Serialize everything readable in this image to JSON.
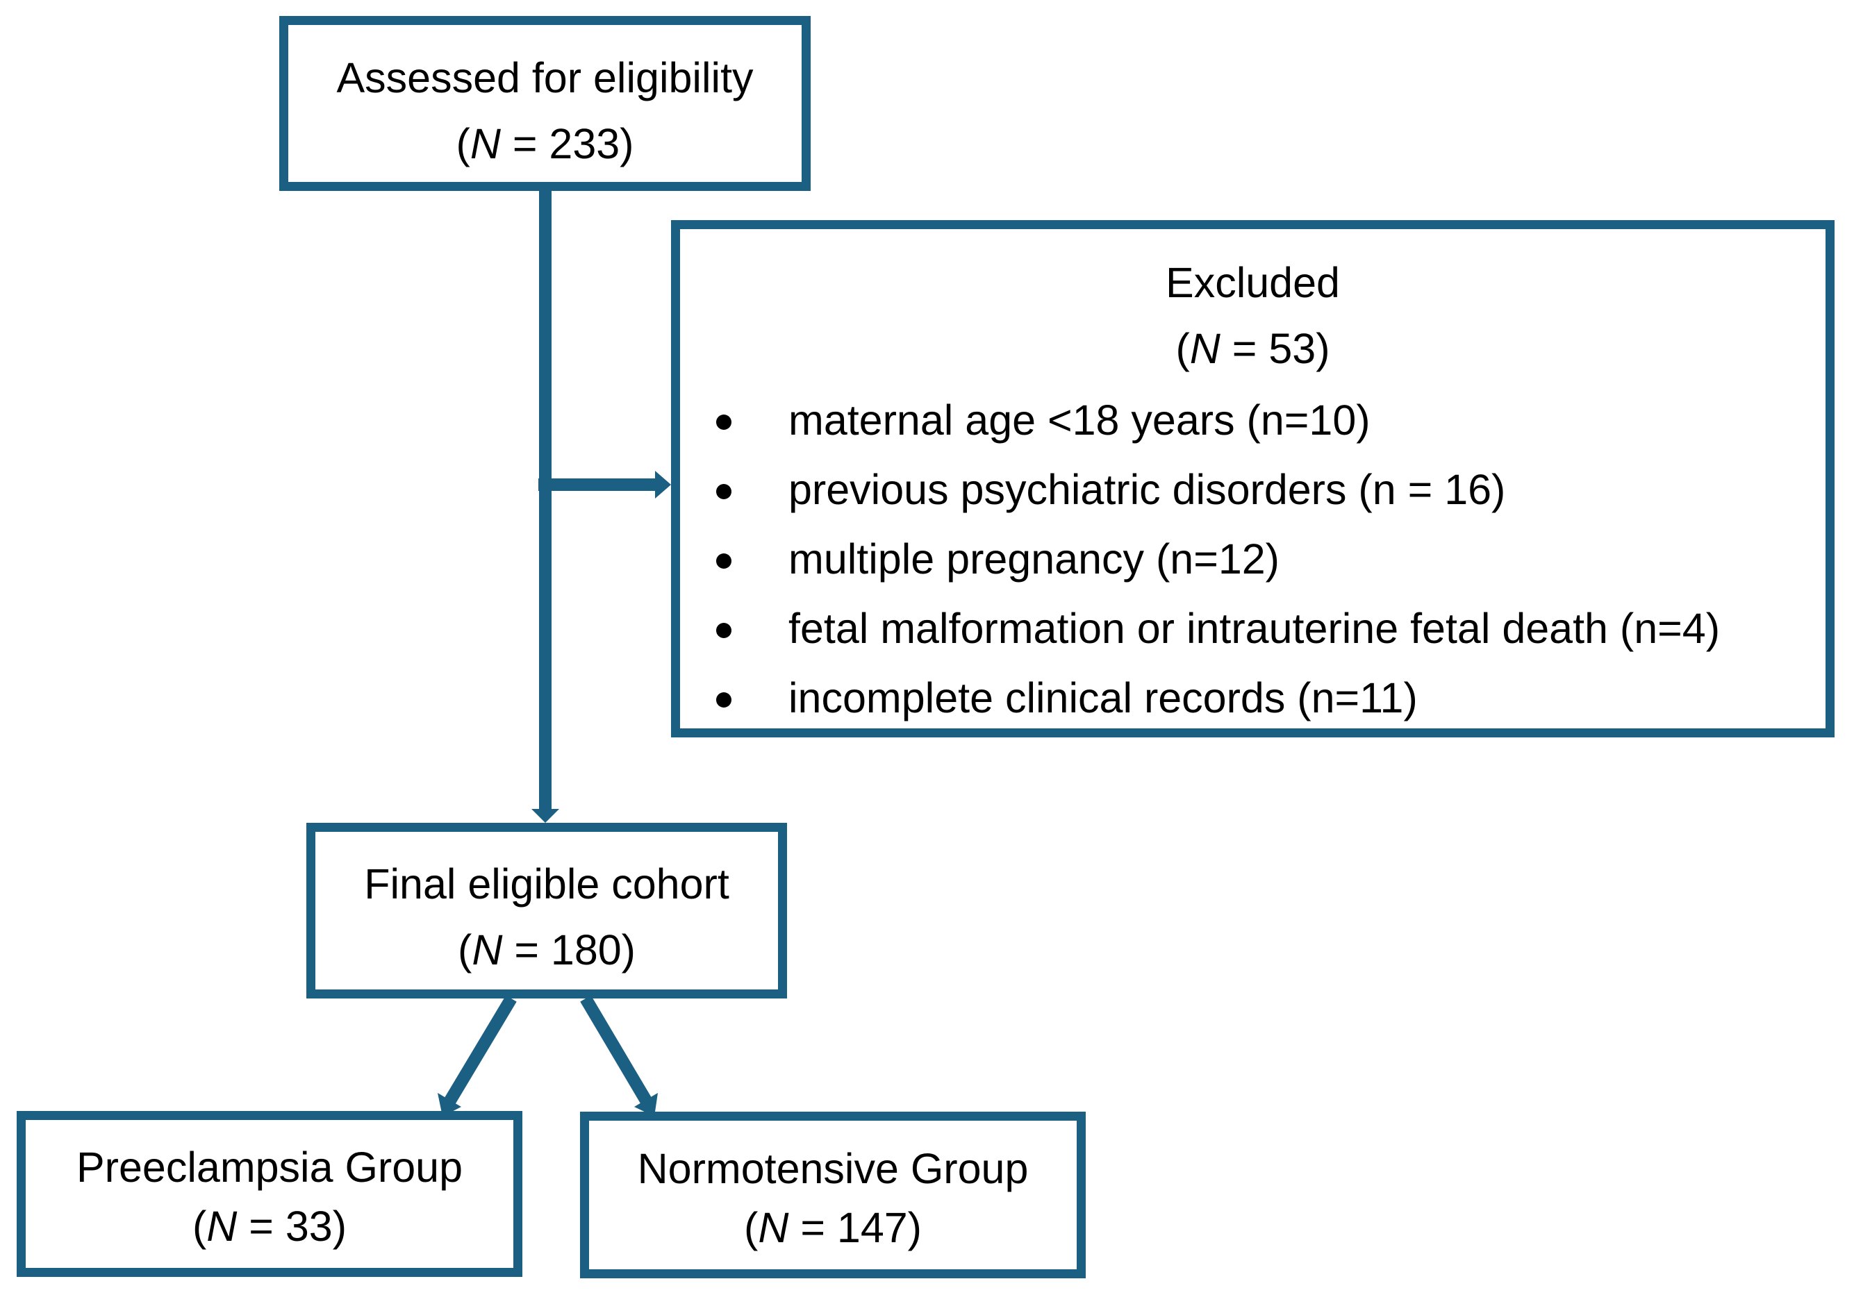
{
  "colors": {
    "box_border": "#1b5f82",
    "arrow": "#1b5f82",
    "text": "#000000",
    "background": "#ffffff"
  },
  "assessed": {
    "title": "Assessed for eligibility",
    "n_open": "(",
    "n_symbol": "N",
    "n_rest": " = 233)"
  },
  "excluded": {
    "title": "Excluded",
    "n_open": "(",
    "n_symbol": "N",
    "n_rest": " = 53)",
    "reasons": [
      "maternal age <18 years (n=10)",
      "previous psychiatric disorders (n = 16)",
      "multiple pregnancy (n=12)",
      "fetal malformation or intrauterine fetal death (n=4)",
      "incomplete clinical records (n=11)"
    ]
  },
  "final": {
    "title": "Final eligible cohort",
    "n_open": "(",
    "n_symbol": "N",
    "n_rest": " = 180)"
  },
  "preeclampsia": {
    "title": "Preeclampsia Group",
    "n_open": "(",
    "n_symbol": "N",
    "n_rest": " = 33)"
  },
  "normotensive": {
    "title": "Normotensive Group",
    "n_open": "(",
    "n_symbol": "N",
    "n_rest": " = 147)"
  }
}
